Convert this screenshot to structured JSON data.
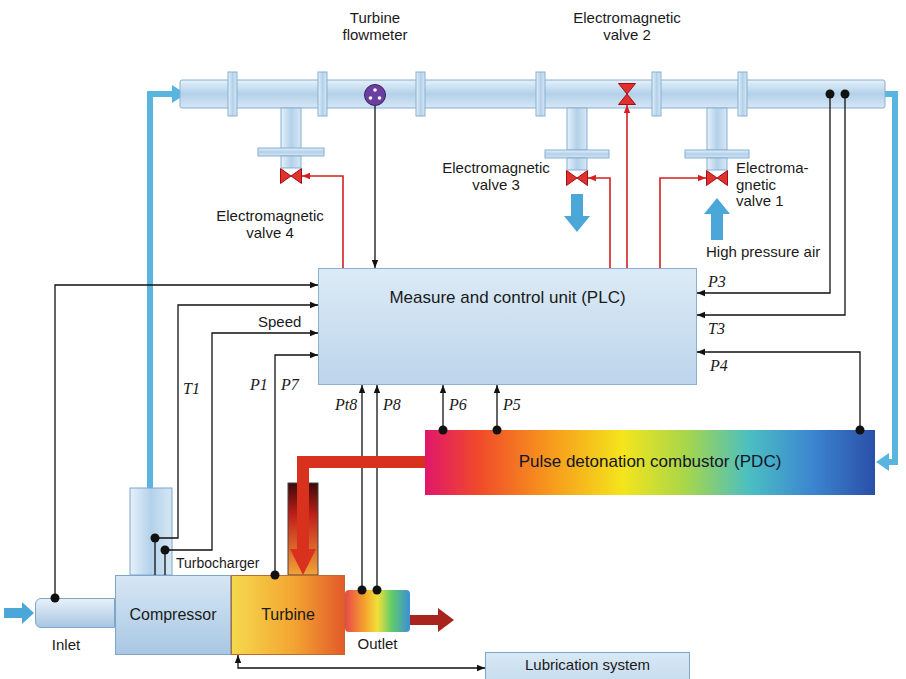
{
  "diagram": {
    "nodes": [
      {
        "text": [
          "Turbine flowmeter"
        ]
      },
      {
        "text": [
          "Electromagnetic valve 2"
        ]
      },
      {
        "text": [
          "Electromagnetic valve 4"
        ]
      },
      {
        "text": [
          "Electromagnetic valve 3"
        ]
      },
      {
        "text": [
          "Electroma- gnetic valve 1"
        ]
      },
      {
        "text": [
          "Measure and control unit (PLC)"
        ]
      },
      {
        "text": [
          "Pulse detonation combustor (PDC)"
        ]
      },
      {
        "text": [
          "Inlet"
        ]
      },
      {
        "text": [
          "Compressor"
        ]
      },
      {
        "text": [
          "Turbine"
        ]
      },
      {
        "text": [
          "Outlet"
        ]
      },
      {
        "text": [
          "Lubrication system"
        ]
      }
    ],
    "edges": [
      {
        "from": 0,
        "to": 5,
        "arrow": "to"
      },
      {
        "from": 5,
        "to": 2,
        "arrow": "to"
      },
      {
        "from": 5,
        "to": 3,
        "arrow": "to"
      },
      {
        "from": 5,
        "to": 1,
        "arrow": "to"
      },
      {
        "from": 5,
        "to": 4,
        "arrow": "to"
      },
      {
        "from": 7,
        "to": 5,
        "arrow": "to"
      },
      {
        "from": 8,
        "to": 5,
        "label": "T1",
        "arrow": "to"
      },
      {
        "from": 8,
        "to": 5,
        "label": "Speed",
        "arrow": "to"
      },
      {
        "from": 9,
        "to": 5,
        "label": "P1",
        "arrow": "to"
      },
      {
        "from": 10,
        "to": 5,
        "label": "Pt8",
        "arrow": "to"
      },
      {
        "from": 10,
        "to": 5,
        "label": "P8",
        "arrow": "to"
      },
      {
        "from": 6,
        "to": 5,
        "label": "P6",
        "arrow": "to"
      },
      {
        "from": 6,
        "to": 5,
        "label": "P5",
        "arrow": "to"
      },
      {
        "from": 6,
        "to": 5,
        "label": "P4",
        "arrow": "to"
      },
      {
        "from": 6,
        "to": 9,
        "arrow": "to"
      },
      {
        "from": 9,
        "to": 11,
        "arrow": "both"
      }
    ],
    "labels": [
      "Turbocharger",
      "P7",
      "High pressure air",
      "P3",
      "T3"
    ]
  }
}
